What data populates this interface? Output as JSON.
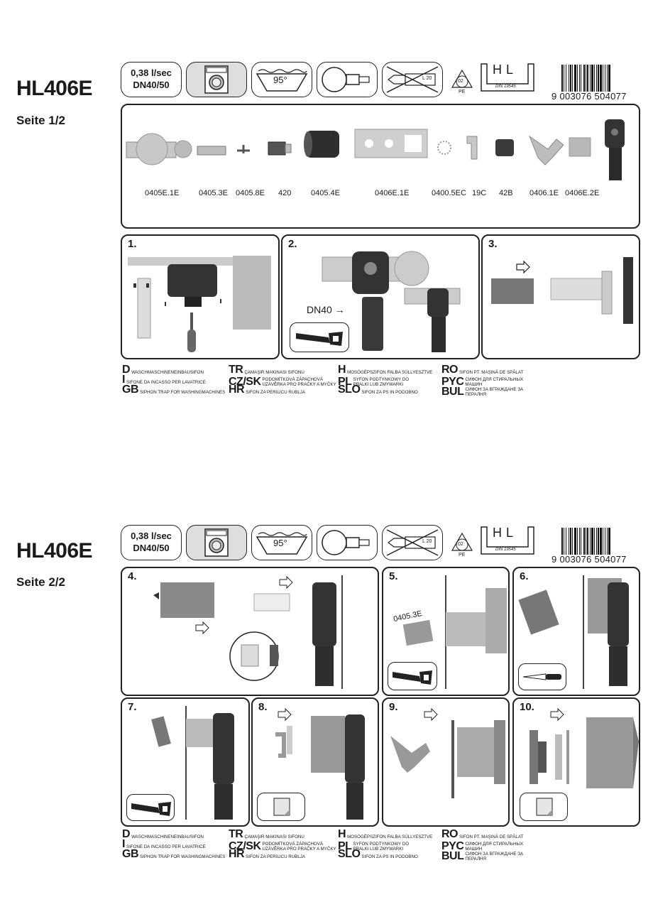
{
  "sections": [
    {
      "title": "HL406E",
      "subtitle": "Seite 1/2",
      "flow_label": "0,38 l/sec",
      "dn_label": "DN40/50",
      "temp_label": "95°",
      "tube_label": "L 20",
      "recycle_number": "02",
      "recycle_material": "PE",
      "brand_logo": "HL",
      "din_label": "DIN 19545",
      "barcode_number": "9 003076 504077",
      "parts": [
        "0405E.1E",
        "0405.3E",
        "0405.8E",
        "420",
        "0405.4E",
        "0406E.1E",
        "0400.5EC",
        "19C",
        "42B",
        "0406.1E",
        "0406E.2E"
      ],
      "steps": [
        {
          "number": "1.",
          "annotation": ""
        },
        {
          "number": "2.",
          "annotation": "DN40 →"
        },
        {
          "number": "3.",
          "annotation": ""
        }
      ]
    },
    {
      "title": "HL406E",
      "subtitle": "Seite 2/2",
      "flow_label": "0,38 l/sec",
      "dn_label": "DN40/50",
      "temp_label": "95°",
      "tube_label": "L 20",
      "recycle_number": "02",
      "recycle_material": "PE",
      "brand_logo": "HL",
      "din_label": "DIN 19545",
      "barcode_number": "9 003076 504077",
      "steps": [
        {
          "number": "4.",
          "annotation": ""
        },
        {
          "number": "5.",
          "annotation": "0405.3E"
        },
        {
          "number": "6.",
          "annotation": ""
        },
        {
          "number": "7.",
          "annotation": ""
        },
        {
          "number": "8.",
          "annotation": ""
        },
        {
          "number": "9.",
          "annotation": ""
        },
        {
          "number": "10.",
          "annotation": ""
        }
      ]
    }
  ],
  "legend": [
    {
      "code": "D",
      "text": [
        "WASCHMASCHINENEINBAUSIFON"
      ]
    },
    {
      "code": "I",
      "text": [
        "SIFONE DA INCASSO PER LAVATRICE"
      ]
    },
    {
      "code": "GB",
      "text": [
        "SIPHON TRAP FOR WASHINGMACHINES"
      ]
    },
    {
      "code": "TR",
      "text": [
        "ÇAMAŞIR MAKINASI SIFONU"
      ]
    },
    {
      "code": "CZ/SK",
      "text": [
        "PODOMÍTKOVÁ ZÁPACHOVÁ",
        "UZÁVĚRKA PRO PRAČKY A MYČKY"
      ]
    },
    {
      "code": "HR",
      "text": [
        "SIFON ZA PERILICU RUBLJA"
      ]
    },
    {
      "code": "H",
      "text": [
        "MOSÓGÉPSZIFON FALBA SÜLLYESZTVE"
      ]
    },
    {
      "code": "PL",
      "text": [
        "SYFON PODTYNKOWY DO",
        "PRALKI LUB ZMYWARKI"
      ]
    },
    {
      "code": "SLO",
      "text": [
        "SIFON ZA PS IN PODOBNO"
      ]
    },
    {
      "code": "RO",
      "text": [
        "SIFON PT. MAŞINĂ DE SPĂLAT"
      ]
    },
    {
      "code": "PYC",
      "text": [
        "СИФОН ДЛЯ СТИРАЛЬНЫХ",
        "МАШИН"
      ]
    },
    {
      "code": "BUL",
      "text": [
        "СИФОН ЗА ВГРАЖДАНЕ ЗА",
        "ПЕРАЛНЯ"
      ]
    }
  ],
  "icons": [
    "washing-machine-icon",
    "basin-temperature-icon",
    "pipe-connection-icon",
    "no-grease-tube-icon",
    "recycle-pe-icon",
    "hl-din-logo-icon",
    "barcode-icon",
    "saw-icon",
    "knife-icon",
    "sealing-pad-icon"
  ],
  "colors": {
    "ink": "#1a1a1a",
    "part_grey": "#9a9a9a",
    "dark_part": "#333333",
    "badge_grey": "#e0e0e0"
  }
}
